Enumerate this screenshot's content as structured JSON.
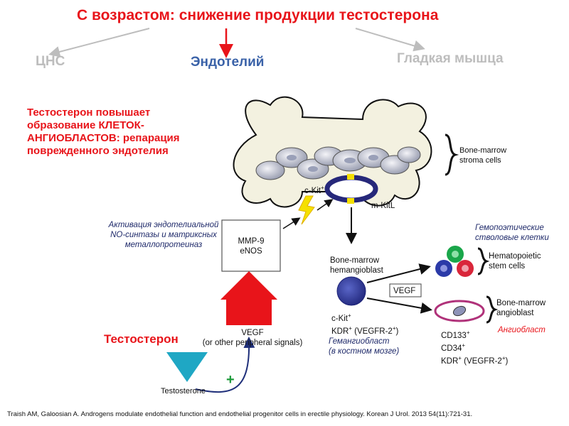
{
  "title": "С возрастом: снижение продукции тестостерона",
  "branches": {
    "cns": "ЦНС",
    "endothelium": "Эндотелий",
    "smooth_muscle": "Гладкая мышца"
  },
  "intro": "Тестостерон повышает образование КЛЕТОК-АНГИОБЛАСТОВ: репарация поврежденного эндотелия",
  "activation_note": "Активация эндотелиальной NO-синтазы и матриксных металлопротеиназ",
  "testosterone_ru": "Тестостерон",
  "diagram": {
    "stroma_label_1": "Bone-marrow",
    "stroma_label_2": "stroma cells",
    "ckit_label": "c-Kit",
    "ckit_sup": "+",
    "mkitl_label": "m-KitL",
    "mmp_box_1": "MMP-9",
    "mmp_box_2": "eNOS",
    "hemangio_label_1": "Bone-marrow",
    "hemangio_label_2": "hemangioblast",
    "hemangio_markers_1": "c-Kit",
    "hemangio_markers_1_sup": "+",
    "hemangio_markers_2": "KDR",
    "hemangio_markers_2_sup": "+",
    "hemangio_markers_2_rest": " (VEGFR-2",
    "hemangio_markers_2_rest_sup": "+",
    "hemangio_markers_2_end": ")",
    "hemangio_ru_1": "Гемангиобласт",
    "hemangio_ru_2": "(в костном мозге)",
    "vegf_box": "VEGF",
    "hsc_ru_1": "Гемопоэтические",
    "hsc_ru_2": "стволовые клетки",
    "hsc_label_1": "Hematopoietic",
    "hsc_label_2": "stem cells",
    "angio_label_1": "Bone-marrow",
    "angio_label_2": "angioblast",
    "angio_ru": "Ангиобласт",
    "angio_markers_1": "CD133",
    "angio_markers_1_sup": "+",
    "angio_markers_2": "CD34",
    "angio_markers_2_sup": "+",
    "angio_markers_3": "KDR",
    "angio_markers_3_sup": "+",
    "angio_markers_3_rest": " (VEGFR-2",
    "angio_markers_3_rest_sup": "+",
    "angio_markers_3_end": ")",
    "vegf_signal_1": "VEGF",
    "vegf_signal_2": "(or other peripheral signals)",
    "plus_sign": "+",
    "testosterone_en": "Testosterone"
  },
  "citation": "Traish AM, Galoosian A. Androgens modulate endothelial function and endothelial progenitor cells in erectile physiology. Korean J Urol. 2013 54(11):721-31.",
  "colors": {
    "title_red": "#e8141a",
    "endothelium_blue": "#3a62a8",
    "branch_grey": "#bdbdbd",
    "bone": "#f3f1e0",
    "niche_navy": "#26287a",
    "lightning_yellow": "#f5e000",
    "big_arrow_red": "#e8141a",
    "triangle_teal": "#1fa7c4",
    "plus_green": "#1c9a3a",
    "curve_navy": "#1f2f7a",
    "hsc_green": "#1aa64a",
    "hsc_blue": "#2b3aa8",
    "hsc_red": "#d9263a",
    "angio_ring": "#b0327a"
  }
}
